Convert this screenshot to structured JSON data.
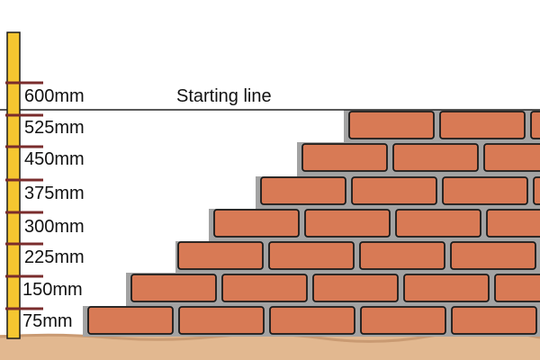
{
  "diagram": {
    "starting_line_label": "Starting line",
    "gauge_marks": [
      {
        "label": "600mm"
      },
      {
        "label": "525mm"
      },
      {
        "label": "450mm"
      },
      {
        "label": "375mm"
      },
      {
        "label": "300mm"
      },
      {
        "label": "225mm"
      },
      {
        "label": "150mm"
      },
      {
        "label": "75mm"
      }
    ],
    "colors": {
      "brick": "#d87a55",
      "brick_outline": "#1a1a1a",
      "mortar": "#a3a3a3",
      "gauge_rod": "#f5c630",
      "gauge_marker": "#7a2c2c",
      "ground": "#e2b890",
      "ground_dark": "#c99a72"
    }
  }
}
